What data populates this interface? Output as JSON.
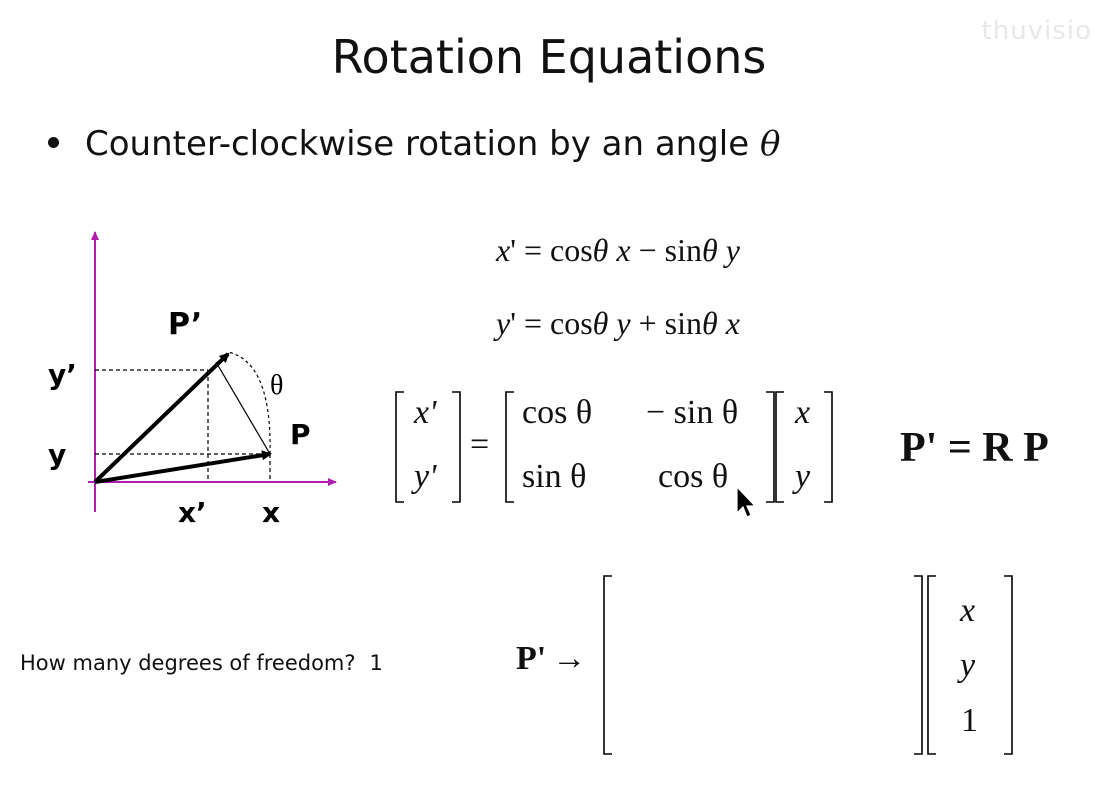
{
  "title": "Rotation Equations",
  "watermark": "thuvisio",
  "bullet": {
    "text": "Counter-clockwise rotation by an angle",
    "symbol": "θ"
  },
  "diagram": {
    "labels": {
      "p_prime": "P’",
      "p": "P",
      "y_prime": "y’",
      "y": "y",
      "x_prime": "x’",
      "x": "x",
      "theta": "θ"
    },
    "colors": {
      "axis": "#b01eb0",
      "arrow": "#000000"
    }
  },
  "equations": {
    "line1": {
      "lhs": "x",
      "prime": "'",
      "eq": " = cos",
      "theta1": "θ",
      "x": " x",
      "minus": " − sin",
      "theta2": "θ",
      "y": " y"
    },
    "line2": {
      "lhs": "y",
      "prime": "'",
      "eq": " = cos",
      "theta1": "θ",
      "y": " y",
      "plus": " + sin",
      "theta2": "θ",
      "x": " x"
    }
  },
  "matrix_eq": {
    "lhs": [
      "x'",
      "y'"
    ],
    "equals": "=",
    "r11": "cos θ",
    "r12": "− sin θ",
    "r21": "sin θ",
    "r22": "cos θ",
    "rhs": [
      "x",
      "y"
    ]
  },
  "compact_eq": "P' = R  P",
  "question": {
    "text": "How many degrees of freedom?",
    "answer": "1"
  },
  "homogeneous": {
    "lhs": "P'",
    "arrow": "→",
    "vector": [
      "x",
      "y",
      "1"
    ]
  }
}
